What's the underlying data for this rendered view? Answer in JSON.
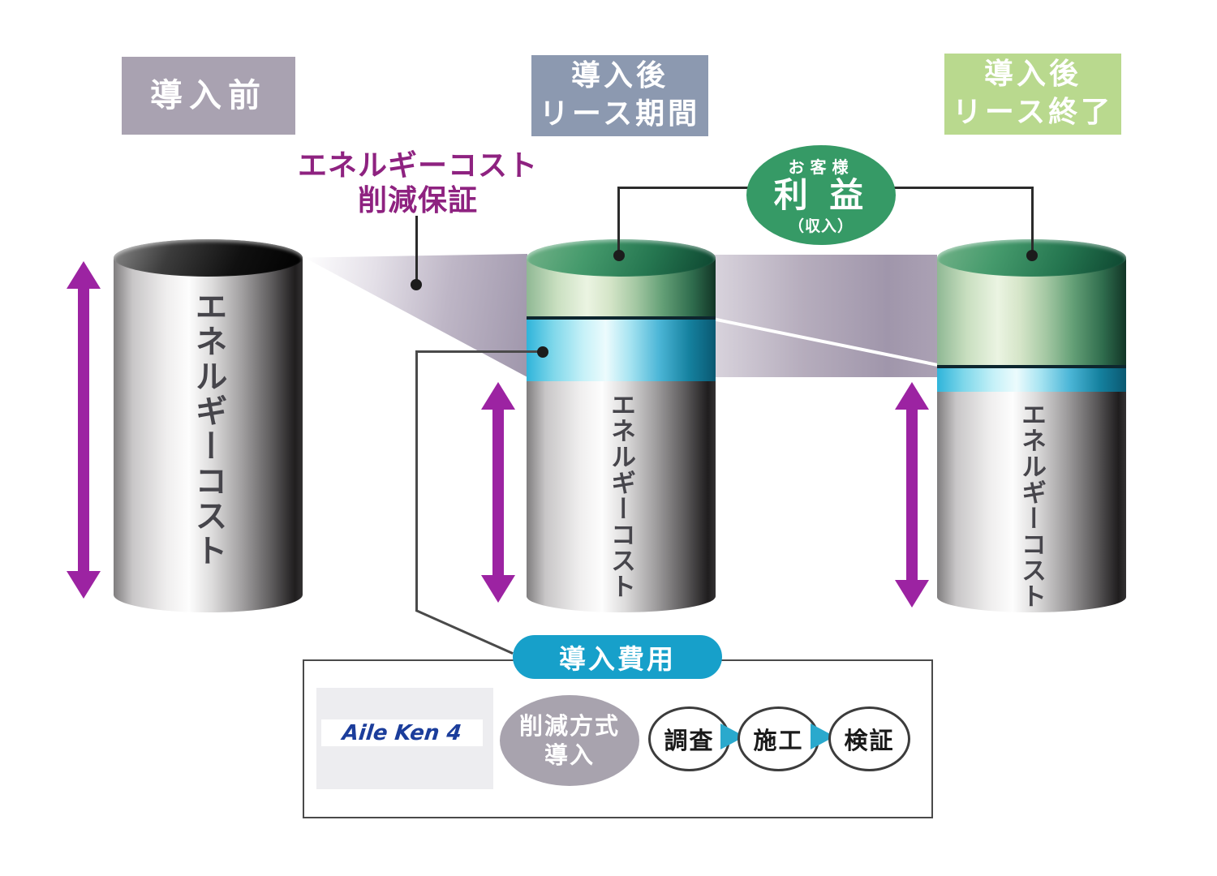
{
  "stages": {
    "before": {
      "label": "導入前"
    },
    "during": {
      "line1": "導入後",
      "line2": "リース期間"
    },
    "after": {
      "line1": "導入後",
      "line2": "リース終了"
    }
  },
  "guarantee": {
    "line1": "エネルギーコスト",
    "line2": "削減保証"
  },
  "cylinders": {
    "before_label": "エネルギーコスト",
    "during_label": "エネルギーコスト",
    "after_label": "エネルギーコスト"
  },
  "profit_badge": {
    "top": "お客様",
    "main": "利 益",
    "sub": "（収入）"
  },
  "intro_cost": {
    "label": "導入費用"
  },
  "bottom_box": {
    "logo": "Aile Ken 4",
    "method": {
      "line1": "削減方式",
      "line2": "導入"
    },
    "steps": [
      "調査",
      "施工",
      "検証"
    ]
  },
  "colors": {
    "header_before_bg": "#a9a2b1",
    "header_during_bg": "#8c99b0",
    "header_after_bg": "#b9d98e",
    "guarantee_text": "#8e2280",
    "double_arrow": "#9c23a2",
    "profit_green": "#369a66",
    "intro_cost_blue": "#17a0ca",
    "method_gray": "#a8a3ae",
    "flow_arrow_teal": "#2aa9cd",
    "logo_blue": "#1b3d9b"
  }
}
